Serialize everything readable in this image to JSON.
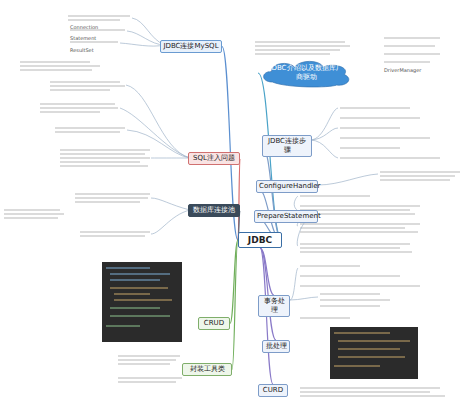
{
  "diagram": {
    "nodes": [
      {
        "text": [
          "JDBC"
        ]
      },
      {
        "text": [
          "JDBC连接MySQL"
        ]
      },
      {
        "text": [
          "SQL注入问题"
        ]
      },
      {
        "text": [
          "数据库连接池"
        ]
      },
      {
        "text": [
          "CRUD"
        ]
      },
      {
        "text": [
          "封装工具类"
        ]
      },
      {
        "text": [
          "JDBC介绍以及数据库厂商驱动"
        ]
      },
      {
        "text": [
          "JDBC连接步骤"
        ]
      },
      {
        "text": [
          "ConfigureHandler"
        ]
      },
      {
        "text": [
          "PrepareStatement"
        ]
      },
      {
        "text": [
          "事务处理"
        ]
      },
      {
        "text": [
          "批处理"
        ]
      },
      {
        "text": [
          "CURD"
        ]
      }
    ],
    "edges": [
      {
        "from": 0,
        "to": 1,
        "arrow": "none"
      },
      {
        "from": 0,
        "to": 2,
        "arrow": "none"
      },
      {
        "from": 0,
        "to": 3,
        "arrow": "none"
      },
      {
        "from": 0,
        "to": 4,
        "arrow": "none"
      },
      {
        "from": 0,
        "to": 5,
        "arrow": "none"
      },
      {
        "from": 0,
        "to": 6,
        "arrow": "none"
      },
      {
        "from": 0,
        "to": 7,
        "arrow": "none"
      },
      {
        "from": 0,
        "to": 8,
        "arrow": "none"
      },
      {
        "from": 0,
        "to": 9,
        "arrow": "none"
      },
      {
        "from": 0,
        "to": 10,
        "arrow": "none"
      },
      {
        "from": 0,
        "to": 11,
        "arrow": "none"
      },
      {
        "from": 0,
        "to": 12,
        "arrow": "none"
      }
    ],
    "labels": [
      "Connection",
      "Statement",
      "ResultSet",
      "DriverManager"
    ]
  }
}
